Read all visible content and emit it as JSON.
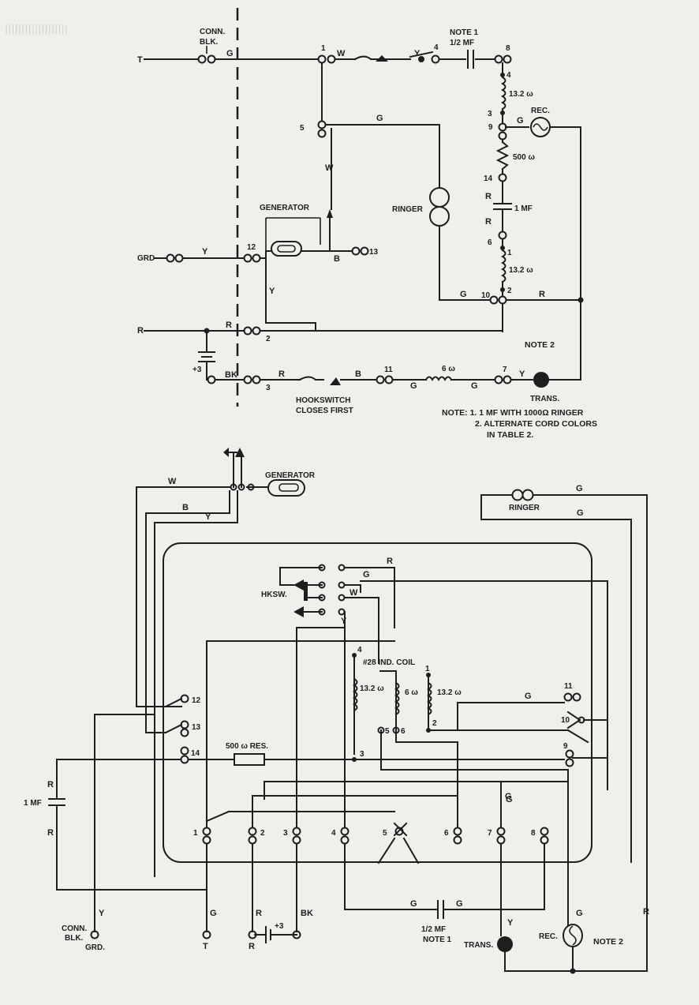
{
  "labels": {
    "conn_blk_1": "CONN.",
    "conn_blk_2": "BLK.",
    "t": "T",
    "g": "G",
    "w": "W",
    "y": "Y",
    "r": "R",
    "b": "B",
    "bk": "BK",
    "grd": "GRD",
    "grd_dot": "GRD.",
    "plus3": "+3",
    "note1": "NOTE 1",
    "note2": "NOTE 2",
    "half_mf": "1/2 MF",
    "one_mf": "1 MF",
    "ohm_13_2": "13.2 ω",
    "ohm_500": "500 ω",
    "ohm_6": "6 ω",
    "rec": "REC.",
    "ringer": "RINGER",
    "generator": "GENERATOR",
    "hookswitch": "HOOKSWITCH",
    "closes_first": "CLOSES FIRST",
    "trans": "TRANS.",
    "hksw": "HKSW.",
    "coil": "#28 IND. COIL",
    "res500": "500 ω RES.",
    "notes_1": "NOTE:  1.  1 MF WITH 1000Ω RINGER",
    "notes_2": "2.  ALTERNATE CORD COLORS",
    "notes_3": "IN TABLE 2.",
    "n1": "1",
    "n2": "2",
    "n3": "3",
    "n4": "4",
    "n5": "5",
    "n6": "6",
    "n7": "7",
    "n8": "8",
    "n9": "9",
    "n10": "10",
    "n11": "11",
    "n12": "12",
    "n13": "13",
    "n14": "14"
  }
}
